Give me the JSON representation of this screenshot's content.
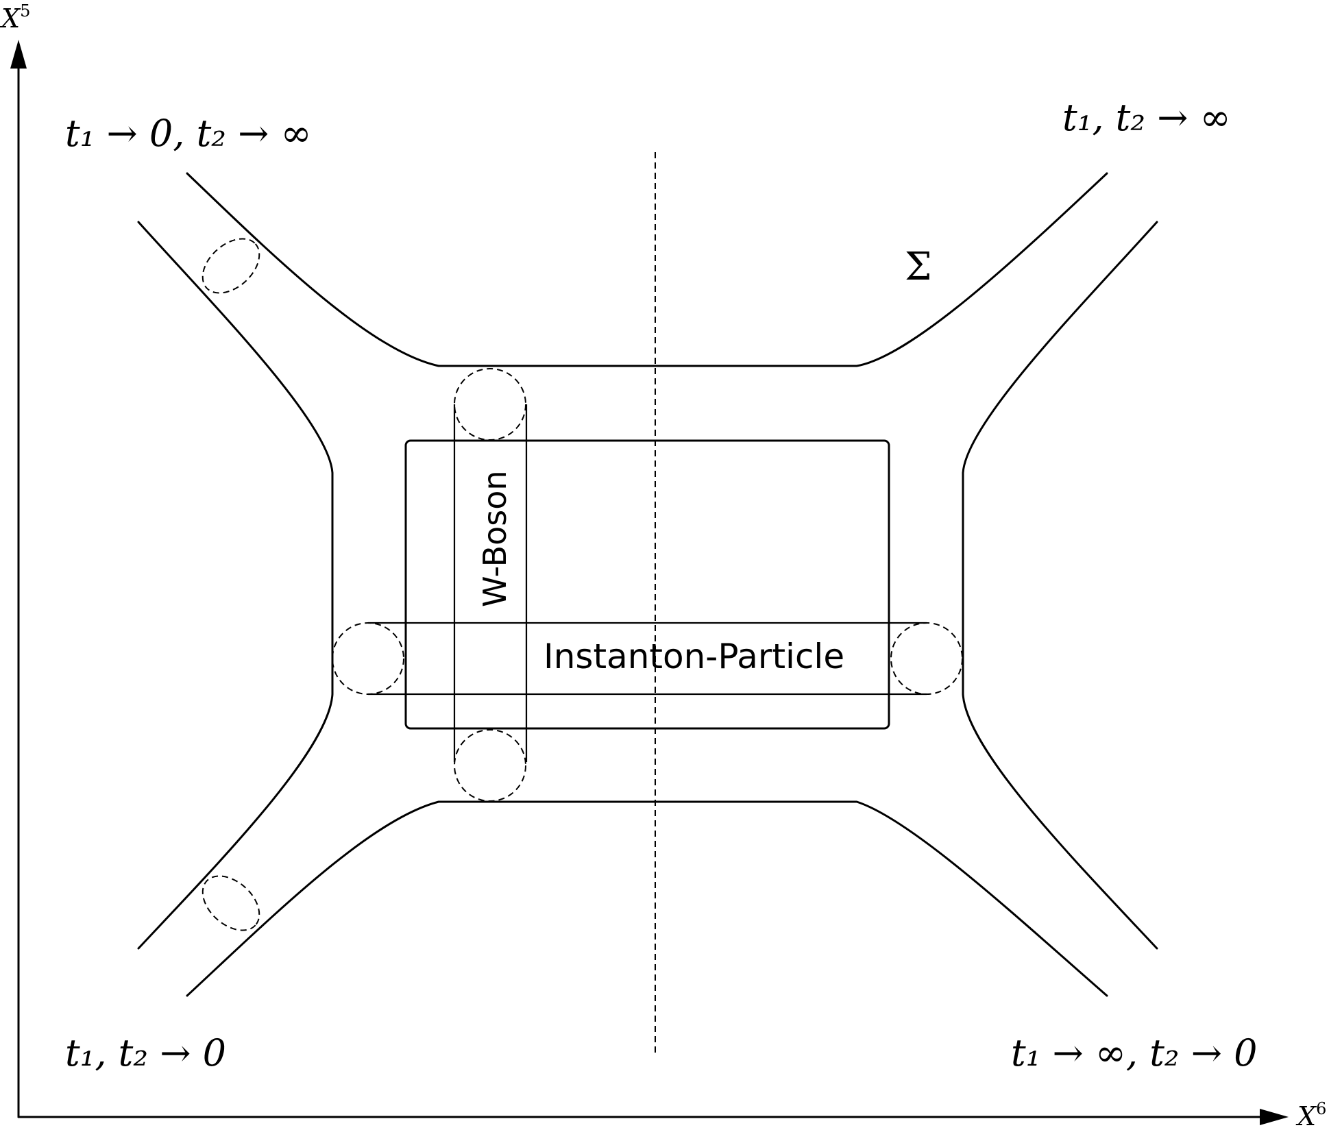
{
  "axes": {
    "vertical": {
      "base": "X",
      "sup": "5"
    },
    "horizontal": {
      "base": "X",
      "sup": "6"
    }
  },
  "surface": {
    "label": "Σ"
  },
  "corners": {
    "top_left": "t₁ → 0, t₂ → ∞",
    "top_right": "t₁, t₂ → ∞",
    "bottom_left": "t₁, t₂ → 0",
    "bottom_right": "t₁ → ∞, t₂ → 0"
  },
  "w_boson": {
    "label": "W-Boson"
  },
  "instanton": {
    "label": "Instanton-Particle"
  }
}
